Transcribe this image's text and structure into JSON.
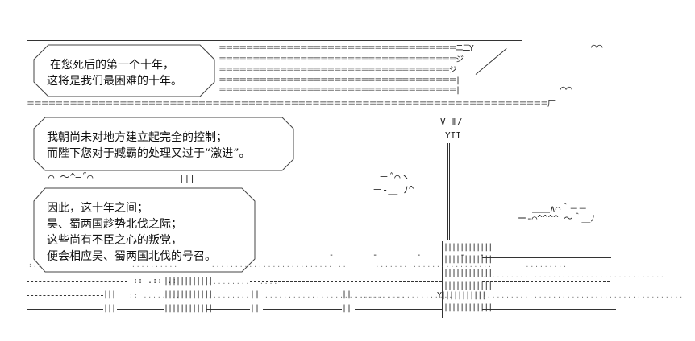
{
  "captions": {
    "box1": [
      "在您死后的第一个十年，",
      "这将是我们最困难的十年。"
    ],
    "box2": [
      "我朝尚未对地方建立起完全的控制；",
      "而陛下您对于臧霸的处理又过于“激进”。"
    ],
    "box3": [
      "因此，这十年之间；",
      "吴、蜀两国趁势北伐之际；",
      "这些尚有不臣之心的叛党，",
      "便会相应吴、蜀两国北伐的号召。"
    ]
  },
  "art": {
    "roof1": "＝＝＝＝＝＝＝＝＝＝＝＝＝＝＝＝＝＝＝＝＝＝＝＝＝＝＝＝＝＝＝＝＝＝＝ニ二Y",
    "roof2": "＝＝＝＝＝＝＝＝＝＝＝＝＝＝＝＝＝＝＝＝＝＝＝＝＝＝＝＝＝＝＝＝＝＝＝ジ",
    "roof3": "＝＝＝＝＝＝＝＝＝＝＝＝＝＝＝＝＝＝＝＝＝＝＝＝＝＝＝＝＝＝＝＝＝＝ジ",
    "roof4": "＝＝＝＝＝＝＝＝＝＝＝＝＝＝＝＝＝＝＝＝＝＝＝＝＝＝＝＝＝＝＝＝＝＝＝|",
    "roof5": "＝＝＝＝＝＝＝＝＝＝＝＝＝＝＝＝＝＝＝＝＝＝＝＝＝＝＝＝＝＝＝＝＝＝＝＝＝＝＝＝＝＝＝＝＝＝＝＝＝＝＝＝＝＝＝＝＝＝＝＝＝＝＝＝＝＝＝＝＝＝＝＝＝厂",
    "pillar_top": "V Ⅲ/",
    "pillar_y": "YII",
    "bird1": "⌒⌒",
    "bird2": "⌒⌒",
    "cloud1": "－˝⌒ヽ",
    "cloud2": "－‐＿ ﾉ^",
    "cloud3": "＿＿∧⌒＾－－",
    "cloud4": "ー‐⌒^^^^ ～＾＿ﾉ",
    "tilde": "⌒ ～^—˝⌒",
    "ground_y": "Y|||||||||||"
  }
}
